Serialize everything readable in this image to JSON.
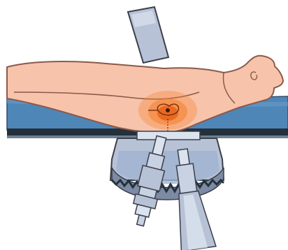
{
  "diagram": {
    "colors": {
      "background": "#ffffff",
      "skin": "#f7c3ab",
      "skin_outline": "#8a5a4a",
      "table_top": "#4f86b8",
      "table_dark": "#24303a",
      "table_rail": "#6d8093",
      "lithotripter_body": "#b8c2d6",
      "lithotripter_light": "#dbe3ef",
      "fluid_window": "#9fb3cf",
      "target_zone": "#f4802a",
      "target_core": "#e8621a",
      "instrument": "#c9d2e3",
      "instrument_dark": "#7d8aa3",
      "outline": "#3a3f4a"
    },
    "parts": [
      "overhead-xray-source",
      "patient-body",
      "operating-table",
      "kidney-stone-target",
      "lithotripter-housing",
      "shock-wave-generator",
      "imaging-probe",
      "water-cushion"
    ]
  }
}
